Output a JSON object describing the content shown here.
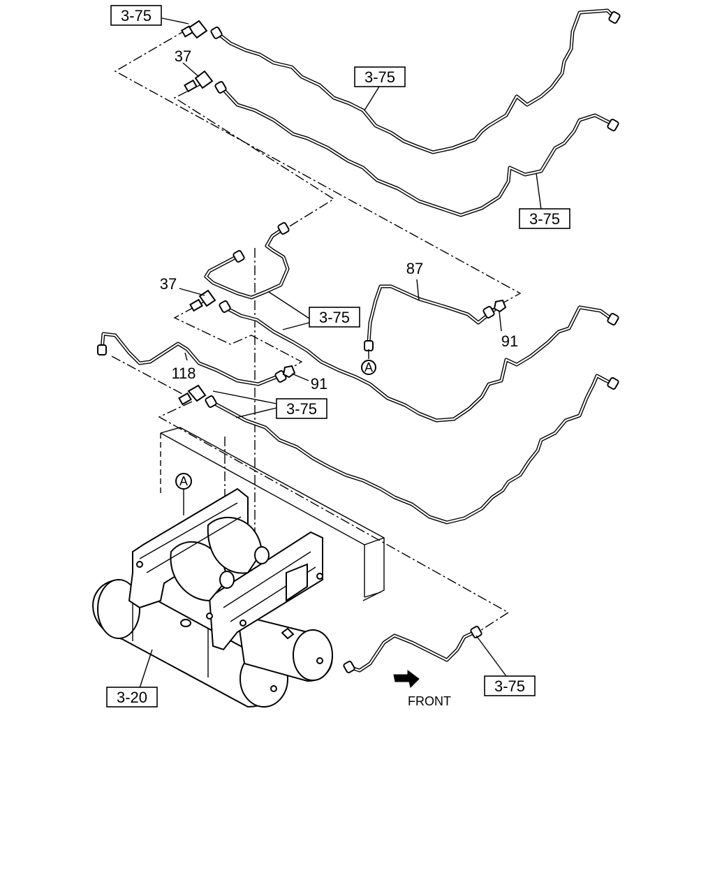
{
  "diagram": {
    "ref_labels": [
      "3-75",
      "3-75",
      "3-75",
      "3-75",
      "3-75",
      "3-75",
      "3-20"
    ],
    "part_labels": [
      "37",
      "37",
      "87",
      "91",
      "91",
      "118"
    ],
    "circle_markers": [
      "A",
      "A"
    ],
    "direction_label": "FRONT"
  }
}
